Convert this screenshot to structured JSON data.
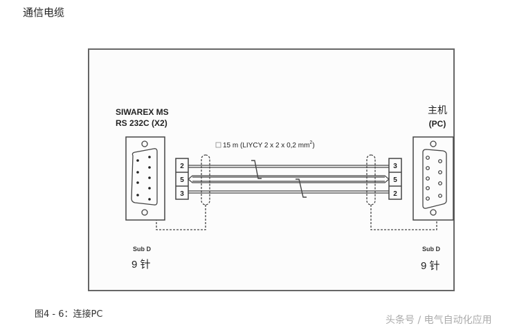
{
  "page": {
    "title": "通信电缆",
    "caption": "图4 - 6：连接PC",
    "watermark": "头条号 / 电气自动化应用"
  },
  "diagram": {
    "left_device": {
      "name": "SIWAREX MS",
      "port": "RS 232C (X2)",
      "connector_type": "Sub D",
      "pins": "9 针",
      "terminals": [
        "2",
        "5",
        "3"
      ]
    },
    "right_device": {
      "name": "主机",
      "port": "(PC)",
      "connector_type": "Sub D",
      "pins": "9 针",
      "terminals": [
        "3",
        "5",
        "2"
      ]
    },
    "cable": {
      "label_prefix": "15 m (LIYCY 2 x 2 x 0,2 mm",
      "label_sup": "2",
      "label_suffix": ")"
    },
    "colors": {
      "frame": "#666666",
      "line": "#444444",
      "background": "#fcfcfc"
    }
  }
}
